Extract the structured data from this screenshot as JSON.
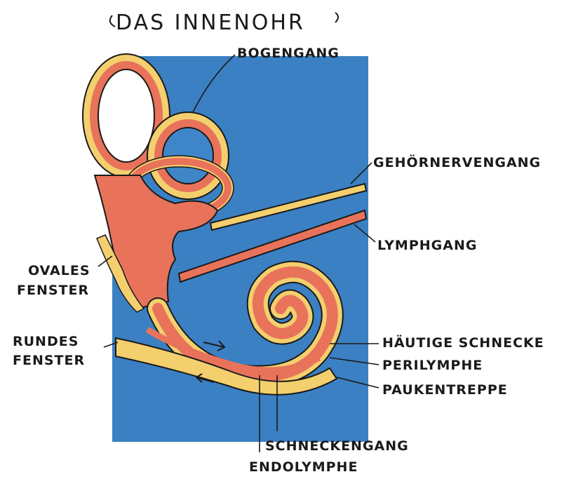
{
  "title": "DAS INNENOHR",
  "colors": {
    "background_fluid": "#3f86c9",
    "membrane_red": "#e8735a",
    "bone_yellow": "#f3cf6e",
    "outline": "#1a1a1a"
  },
  "labels": {
    "bogengang": "BOGENGANG",
    "gehoernervengang": "GEHÖRNERVENGANG",
    "lymphgang": "LYMPHGANG",
    "ovales_fenster_1": "OVALES",
    "ovales_fenster_2": "FENSTER",
    "rundes_fenster_1": "RUNDES",
    "rundes_fenster_2": "FENSTER",
    "haeutige_schnecke": "HÄUTIGE SCHNECKE",
    "perilymphe": "PERILYMPHE",
    "paukentreppe": "PAUKENTREPPE",
    "schneckengang": "SCHNECKENGANG",
    "endolymphe": "ENDOLYMPHE"
  }
}
